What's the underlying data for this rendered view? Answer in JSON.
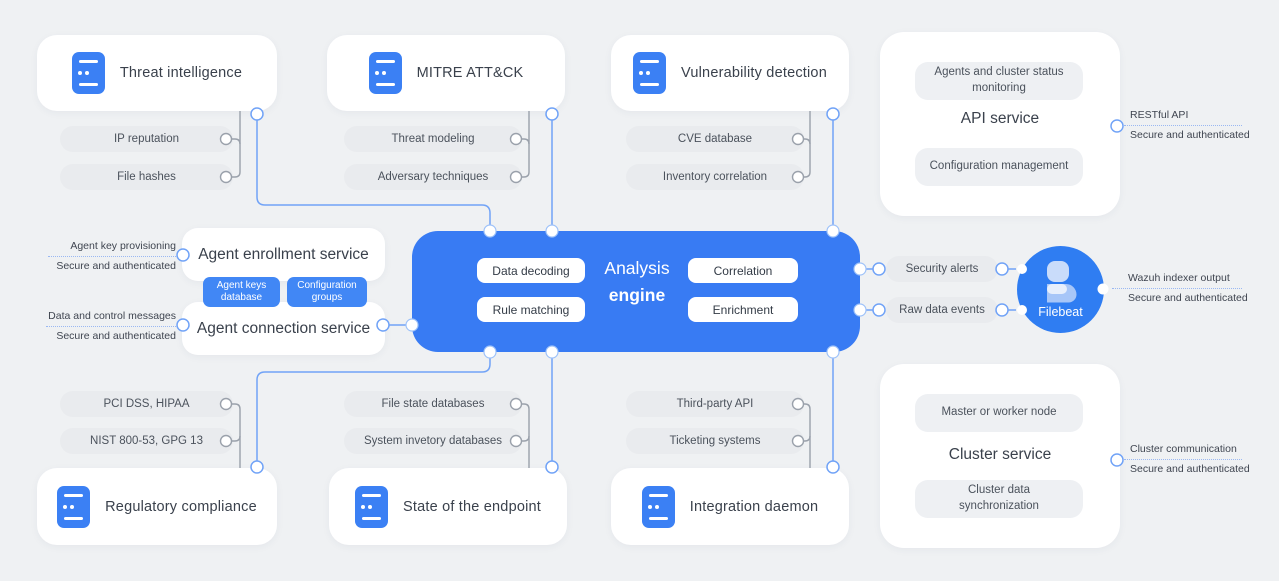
{
  "cards": {
    "threat": {
      "title": "Threat intelligence",
      "pills": [
        "IP reputation",
        "File hashes"
      ]
    },
    "mitre": {
      "title": "MITRE ATT&CK",
      "pills": [
        "Threat modeling",
        "Adversary techniques"
      ]
    },
    "vuln": {
      "title": "Vulnerability detection",
      "pills": [
        "CVE database",
        "Inventory correlation"
      ]
    },
    "regulatory": {
      "title": "Regulatory compliance",
      "pills": [
        "PCI DSS, HIPAA",
        "NIST 800-53, GPG 13"
      ]
    },
    "endpoint": {
      "title": "State of the endpoint",
      "pills": [
        "File state databases",
        "System invetory databases"
      ]
    },
    "integration": {
      "title": "Integration daemon",
      "pills": [
        "Third-party API",
        "Ticketing systems"
      ]
    },
    "api_service": {
      "title": "API service",
      "pills": [
        "Agents and cluster status monitoring",
        "Configuration management"
      ]
    },
    "cluster_service": {
      "title": "Cluster service",
      "pills": [
        "Master or worker node",
        "Cluster data synchronization"
      ]
    }
  },
  "engine": {
    "title_line1": "Analysis",
    "title_line2": "engine",
    "left_pills": [
      "Data decoding",
      "Rule matching"
    ],
    "right_pills": [
      "Correlation",
      "Enrichment"
    ]
  },
  "agent": {
    "enrollment_title": "Agent enrollment service",
    "connection_title": "Agent connection service",
    "db_pills": [
      "Agent keys database",
      "Configuration groups"
    ]
  },
  "flows": {
    "security_alerts": "Security alerts",
    "raw_data_events": "Raw data events",
    "filebeat": "Filebeat"
  },
  "notes": {
    "restful": {
      "line1": "RESTful API",
      "line2": "Secure and authenticated"
    },
    "indexer": {
      "line1": "Wazuh indexer output",
      "line2": "Secure and authenticated"
    },
    "cluster": {
      "line1": "Cluster communication",
      "line2": "Secure and authenticated"
    },
    "agent_key": {
      "line1": "Agent key provisioning",
      "line2": "Secure and authenticated"
    },
    "data_control": {
      "line1": "Data and control messages",
      "line2": "Secure and authenticated"
    }
  },
  "colors": {
    "accent": "#3b80f4",
    "engine": "#387bf3",
    "filebeat": "#2f7df2"
  }
}
